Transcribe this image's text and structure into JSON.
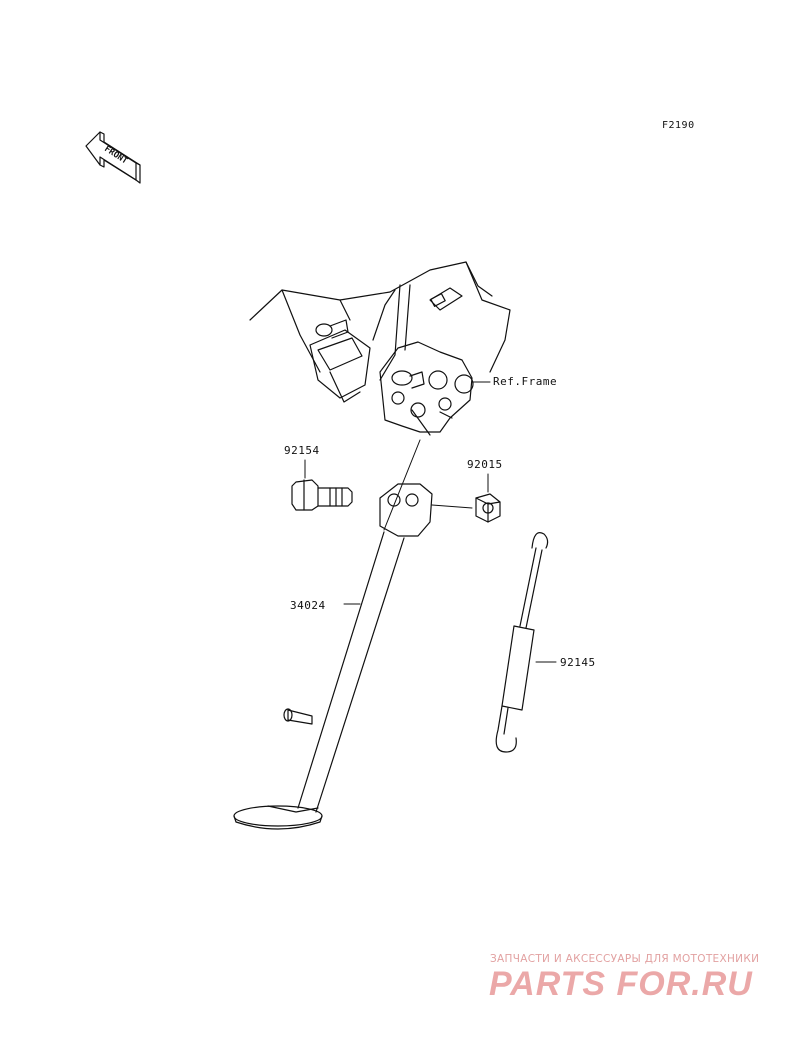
{
  "figure_code": "F2190",
  "front_badge": "FRONT",
  "parts": [
    {
      "number": "92154"
    },
    {
      "number": "92015"
    },
    {
      "number": "34024"
    },
    {
      "number": "92145"
    }
  ],
  "reference": "Ref.Frame",
  "watermark": {
    "tagline": "ЗАПЧАСТИ И АКСЕССУАРЫ ДЛЯ МОТОТЕХНИКИ",
    "logo_text": "PARTS FOR.RU",
    "color": "#e89a9a"
  }
}
